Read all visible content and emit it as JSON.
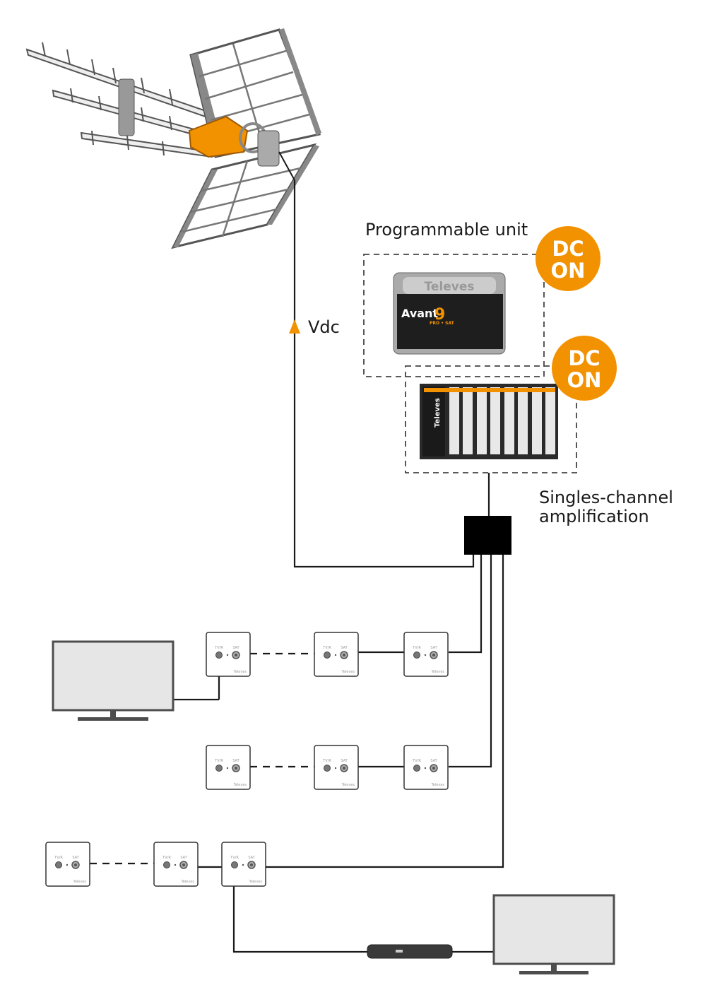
{
  "labels": {
    "programmable_unit": "Programmable unit",
    "vdc": "Vdc",
    "singles_line1": "Singles-channel",
    "singles_line2": "amplification"
  },
  "badges": [
    {
      "line1": "DC",
      "line2": "ON"
    },
    {
      "line1": "DC",
      "line2": "ON"
    }
  ],
  "devices": {
    "programmable_brand": "Televes",
    "programmable_model": "Avant",
    "programmable_model_number": "9",
    "programmable_sub": "PRO • SAT",
    "amplifier_brand": "Televes"
  },
  "outlet": {
    "port1": "TV/R",
    "port2": "SAT",
    "brand": "Televes"
  },
  "colors": {
    "accent": "#f39200",
    "line": "#1a1a1a",
    "screen": "#e6e6e6",
    "frame": "#4d4d4d"
  }
}
